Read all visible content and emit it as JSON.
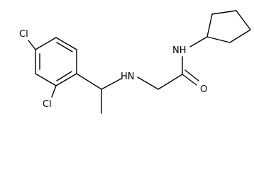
{
  "molecule": {
    "atoms": {
      "cl_top": "Cl",
      "cl_bottom": "Cl",
      "nh_amine": "HN",
      "nh_amide": "NH",
      "o_carbonyl": "O"
    },
    "colors": {
      "bond": "#000000",
      "label": "#000000",
      "background": "#ffffff"
    }
  }
}
